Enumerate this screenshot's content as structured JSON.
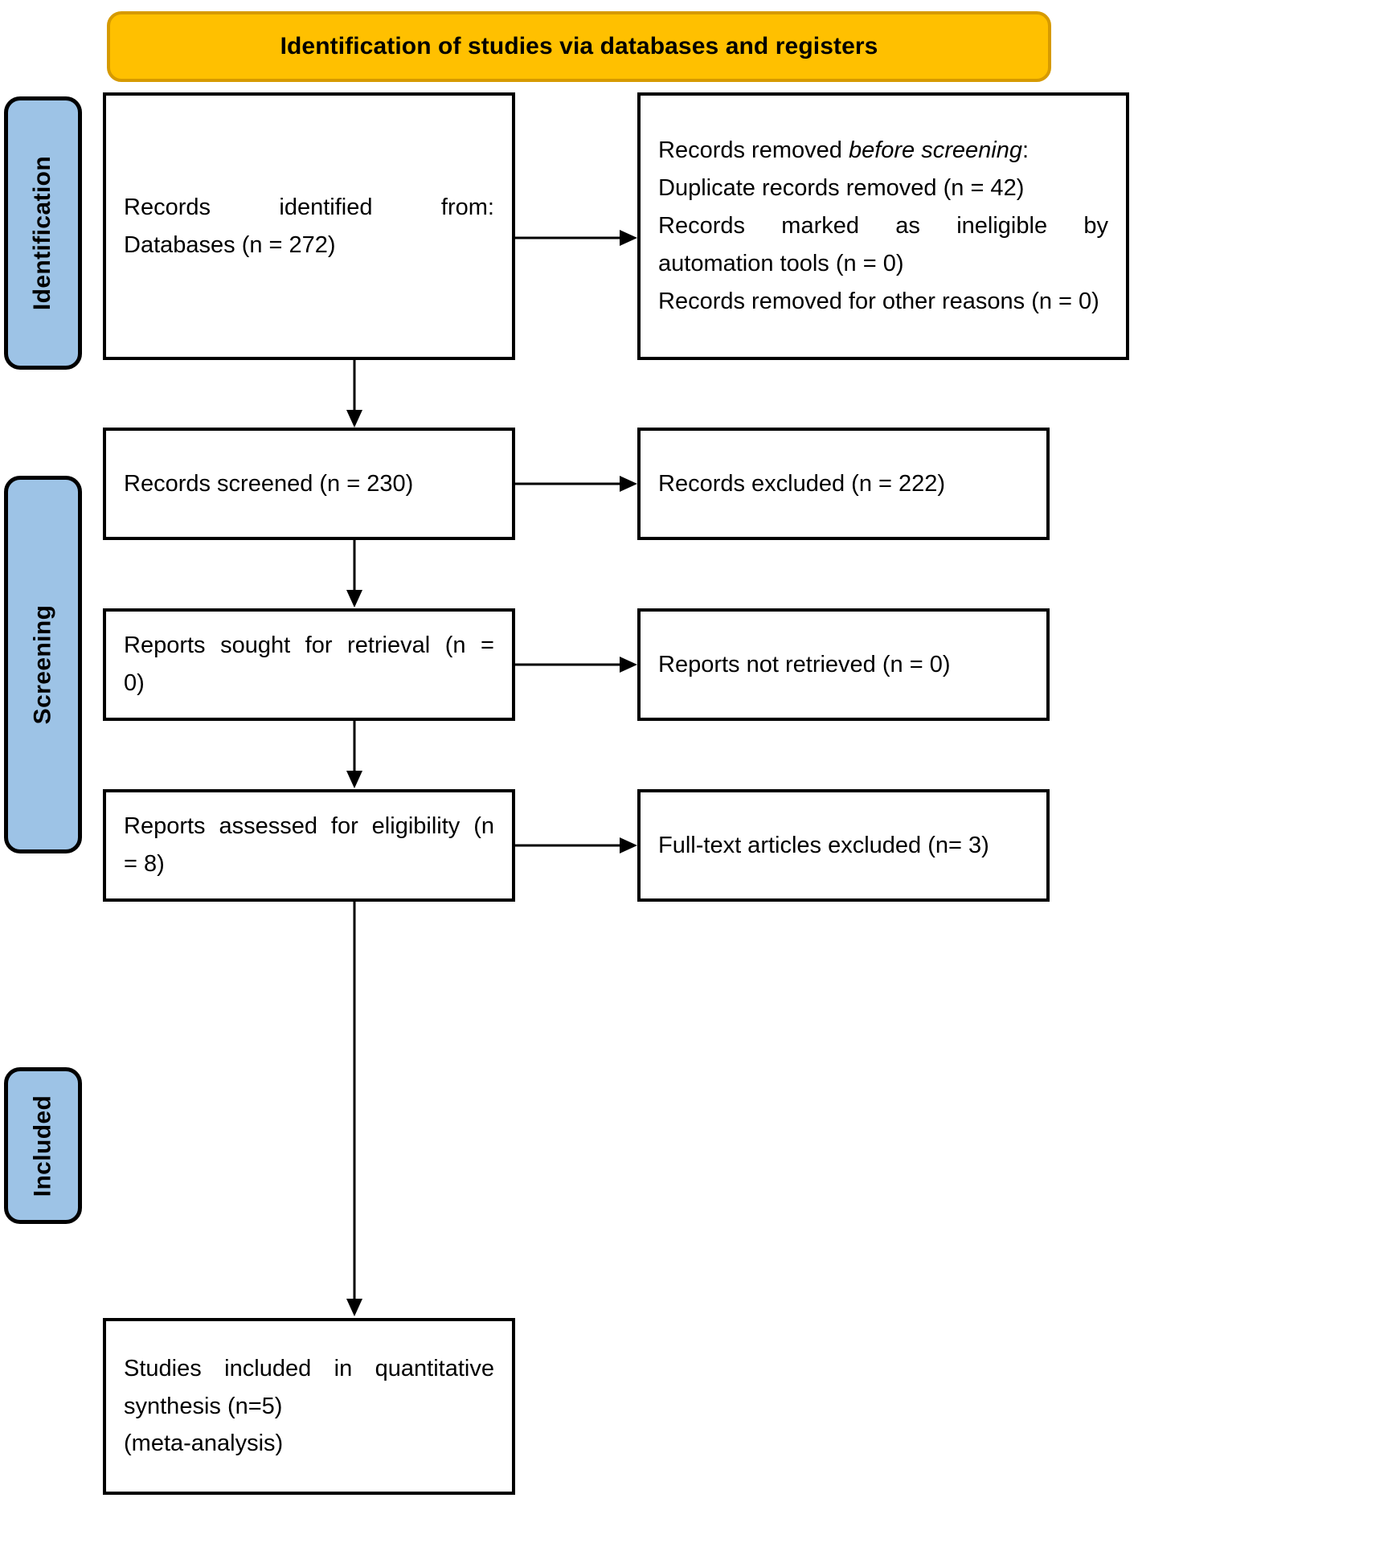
{
  "banner": {
    "title": "Identification of studies via databases and registers"
  },
  "stages": [
    {
      "id": "identification",
      "label": "Identification"
    },
    {
      "id": "screening",
      "label": "Screening"
    },
    {
      "id": "included",
      "label": "Included"
    }
  ],
  "boxes": {
    "identified": {
      "line1": "Records identified from:",
      "line2": "Databases (n = 272)"
    },
    "removed": {
      "line1_a": "Records removed ",
      "line1_em": "before screening",
      "line1_b": ":",
      "line2": "Duplicate records removed (n = 42)",
      "line3": "Records marked as ineligible by",
      "line4": "automation tools (n = 0)",
      "line5": "Records removed for other reasons (n = 0)"
    },
    "screened": {
      "text": "Records screened (n = 230)"
    },
    "records_excluded": {
      "text": "Records excluded (n = 222)"
    },
    "sought": {
      "line1": "Reports sought for retrieval (n =",
      "line2": "0)"
    },
    "not_retrieved": {
      "text": "Reports not retrieved (n = 0)"
    },
    "assessed": {
      "line1": "Reports assessed for eligibility (n",
      "line2": "= 8)"
    },
    "fulltext_excluded": {
      "text": "Full-text articles excluded (n= 3)"
    },
    "included_studies": {
      "line1": "Studies included in quantitative",
      "line2": "synthesis (n=5)",
      "line3": "(meta-analysis)"
    }
  },
  "colors": {
    "banner_fill": "#FFC000",
    "banner_border": "#D69A00",
    "stage_fill": "#9DC3E6",
    "stroke": "#000000"
  }
}
